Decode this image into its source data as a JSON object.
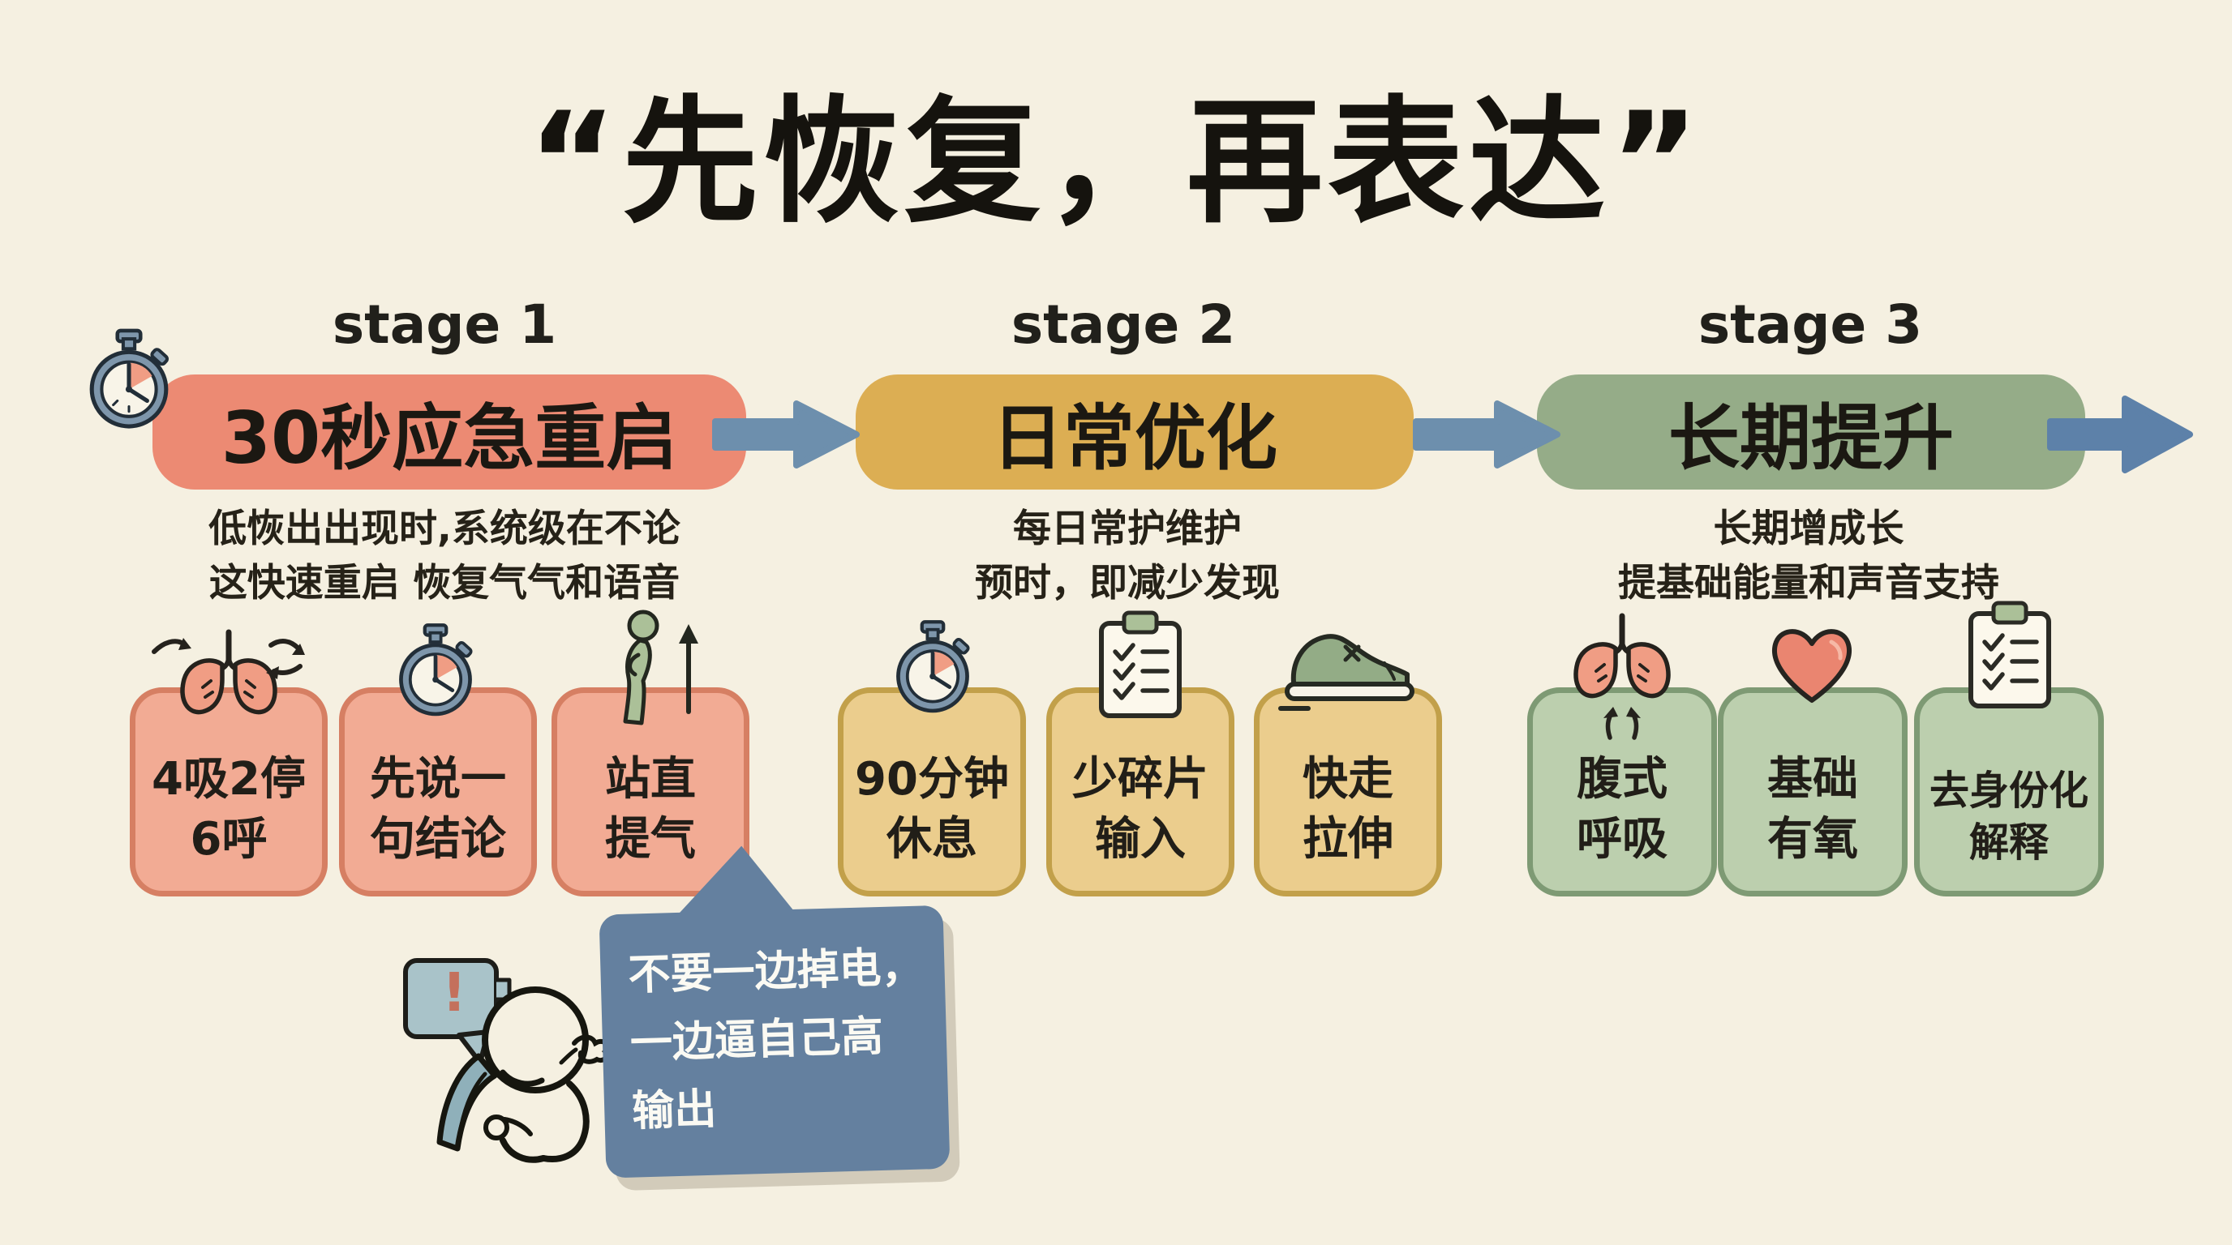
{
  "title": {
    "text": "“先恢复，再表达”"
  },
  "stages": [
    {
      "label": "stage 1",
      "pill": "30秒应急重启",
      "pill_color": "#ec8a73",
      "desc1": "低恢出出现时,系统级在不论",
      "desc2": "这快速重启 恢复气气和语音",
      "cards": [
        {
          "icon": "lungs-breathing-icon",
          "line1": "4吸2停",
          "line2": "6呼"
        },
        {
          "icon": "stopwatch-icon",
          "line1": "先说一",
          "line2": "句结论"
        },
        {
          "icon": "posture-person-icon",
          "line1": "站直",
          "line2": "提气"
        }
      ]
    },
    {
      "label": "stage 2",
      "pill": "日常优化",
      "pill_color": "#dcae53",
      "desc1": "每日常护维护",
      "desc2": "预时，即减少发现",
      "cards": [
        {
          "icon": "stopwatch-icon",
          "line1": "90分钟",
          "line2": "休息"
        },
        {
          "icon": "checklist-icon",
          "line1": "少碎片",
          "line2": "输入"
        },
        {
          "icon": "sneaker-icon",
          "line1": "快走",
          "line2": "拉伸"
        }
      ]
    },
    {
      "label": "stage 3",
      "pill": "长期提升",
      "pill_color": "#95ac88",
      "desc1": "长期增成长",
      "desc2": "提基础能量和声音支持",
      "cards": [
        {
          "icon": "lungs-icon",
          "line1": "腹式",
          "line2": "呼吸"
        },
        {
          "icon": "heart-icon",
          "line1": "基础",
          "line2": "有氧"
        },
        {
          "icon": "checklist-icon",
          "line1": "去身份化",
          "line2": "解释"
        }
      ]
    }
  ],
  "speech_bubble": {
    "line1": "不要一边掉电，",
    "line2": "一边逼自己高",
    "line3": "输出"
  },
  "mascot": {
    "exclamation": "!"
  },
  "colors": {
    "background": "#f5f0e1",
    "ink": "#15130e",
    "salmon_pill": "#ec8a73",
    "salmon_card": "#f2ab94",
    "salmon_card_border": "#d67f63",
    "gold_pill": "#dcae53",
    "gold_card": "#ebcd8d",
    "gold_card_border": "#c2a04a",
    "green_pill": "#95ac88",
    "green_card": "#bccfae",
    "green_card_border": "#7e9a74",
    "flow_arrow": "#6d8fad",
    "final_arrow": "#5d81a9",
    "speech_bubble": "#64809f",
    "mascot_blue": "#8fb0ba"
  }
}
